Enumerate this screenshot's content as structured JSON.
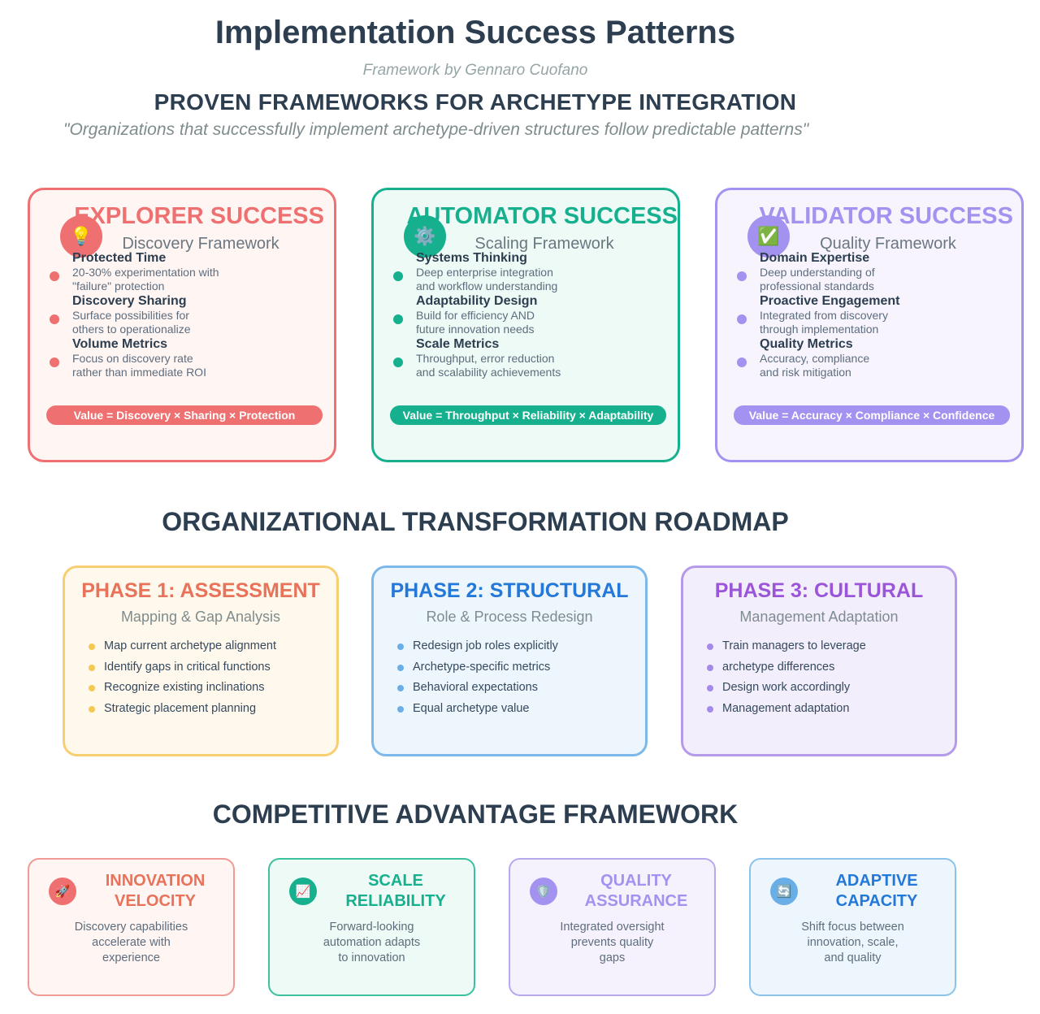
{
  "header": {
    "title": "Implementation Success Patterns",
    "author": "Framework by Gennaro Cuofano",
    "section_title": "PROVEN FRAMEWORKS FOR ARCHETYPE INTEGRATION",
    "quote": "\"Organizations that successfully implement archetype-driven structures follow predictable patterns\""
  },
  "archetypes": [
    {
      "title": "EXPLORER SUCCESS",
      "subtitle": "Discovery Framework",
      "icon": "lightbulb-icon",
      "icon_glyph": "💡",
      "color": "#ef7070",
      "items": [
        {
          "title": "Protected Time",
          "text": "20-30% experimentation with\n\"failure\" protection"
        },
        {
          "title": "Discovery Sharing",
          "text": "Surface possibilities for\nothers to operationalize"
        },
        {
          "title": "Volume Metrics",
          "text": "Focus on discovery rate\nrather than immediate ROI"
        }
      ],
      "formula": "Value = Discovery × Sharing × Protection"
    },
    {
      "title": "AUTOMATOR SUCCESS",
      "subtitle": "Scaling Framework",
      "icon": "gear-icon",
      "icon_glyph": "⚙️",
      "color": "#16b08f",
      "items": [
        {
          "title": "Systems Thinking",
          "text": "Deep enterprise integration\nand workflow understanding"
        },
        {
          "title": "Adaptability Design",
          "text": "Build for efficiency AND\nfuture innovation needs"
        },
        {
          "title": "Scale Metrics",
          "text": "Throughput, error reduction\nand scalability achievements"
        }
      ],
      "formula": "Value = Throughput × Reliability × Adaptability"
    },
    {
      "title": "VALIDATOR SUCCESS",
      "subtitle": "Quality Framework",
      "icon": "checkmark-icon",
      "icon_glyph": "✅",
      "color": "#a392f0",
      "items": [
        {
          "title": "Domain Expertise",
          "text": "Deep understanding of\nprofessional standards"
        },
        {
          "title": "Proactive Engagement",
          "text": "Integrated from discovery\nthrough implementation"
        },
        {
          "title": "Quality Metrics",
          "text": "Accuracy, compliance\nand risk mitigation"
        }
      ],
      "formula": "Value = Accuracy × Compliance × Confidence"
    }
  ],
  "roadmap": {
    "title": "ORGANIZATIONAL TRANSFORMATION ROADMAP",
    "phases": [
      {
        "title": "PHASE 1: ASSESSMENT",
        "subtitle": "Mapping & Gap Analysis",
        "color": "#e8735a",
        "border": "#f7cf72",
        "bg": "#fff8ec",
        "dot": "#f5c852",
        "items": [
          "Map current archetype alignment",
          "Identify gaps in critical functions",
          "Recognize existing inclinations",
          "Strategic placement planning"
        ]
      },
      {
        "title": "PHASE 2: STRUCTURAL",
        "subtitle": "Role & Process Redesign",
        "color": "#2478d8",
        "border": "#7cb8ea",
        "bg": "#eef6fd",
        "dot": "#6aaee8",
        "items": [
          "Redesign job roles explicitly",
          "Archetype-specific metrics",
          "Behavioral expectations",
          "Equal archetype value"
        ]
      },
      {
        "title": "PHASE 3: CULTURAL",
        "subtitle": "Management Adaptation",
        "color": "#9b55d8",
        "border": "#b49ae8",
        "bg": "#f3eefc",
        "dot": "#a58ae8",
        "items": [
          "Train managers to leverage",
          "archetype differences",
          "Design work accordingly",
          "Management adaptation"
        ]
      }
    ]
  },
  "advantage": {
    "title": "COMPETITIVE ADVANTAGE FRAMEWORK",
    "cards": [
      {
        "title": "INNOVATION\nVELOCITY",
        "text": "Discovery capabilities\naccelerate with\nexperience",
        "icon": "rocket-icon",
        "icon_glyph": "🚀",
        "color": "#e8735a",
        "border": "#f09a95",
        "bg": "#fff5f3",
        "icon_bg": "#ef7070"
      },
      {
        "title": "SCALE\nRELIABILITY",
        "text": "Forward-looking\nautomation adapts\nto innovation",
        "icon": "chart-icon",
        "icon_glyph": "📈",
        "color": "#16b08f",
        "border": "#3cc19f",
        "bg": "#eefaf5",
        "icon_bg": "#16b08f"
      },
      {
        "title": "QUALITY\nASSURANCE",
        "text": "Integrated oversight\nprevents quality\ngaps",
        "icon": "shield-icon",
        "icon_glyph": "🛡️",
        "color": "#a392f0",
        "border": "#b8a8ee",
        "bg": "#f6f2fd",
        "icon_bg": "#a392f0"
      },
      {
        "title": "ADAPTIVE\nCAPACITY",
        "text": "Shift focus between\ninnovation, scale,\nand quality",
        "icon": "refresh-icon",
        "icon_glyph": "🔄",
        "color": "#2478d8",
        "border": "#8cc3ea",
        "bg": "#eef6fd",
        "icon_bg": "#6aaee8"
      }
    ]
  }
}
